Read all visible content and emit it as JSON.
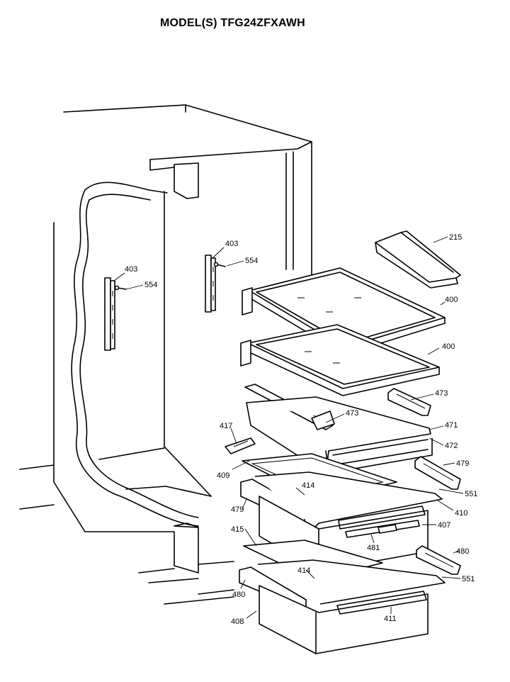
{
  "title": "MODEL(S) TFG24ZFXAWH",
  "parts": {
    "p215": "215",
    "p400a": "400",
    "p400b": "400",
    "p403a": "403",
    "p403b": "403",
    "p554a": "554",
    "p554b": "554",
    "p473a": "473",
    "p473b": "473",
    "p471": "471",
    "p472": "472",
    "p417": "417",
    "p409": "409",
    "p479a": "479",
    "p479b": "479",
    "p414a": "414",
    "p414b": "414",
    "p551a": "551",
    "p551b": "551",
    "p410": "410",
    "p407": "407",
    "p415": "415",
    "p481": "481",
    "p480a": "480",
    "p480b": "480",
    "p408": "408",
    "p411": "411"
  }
}
